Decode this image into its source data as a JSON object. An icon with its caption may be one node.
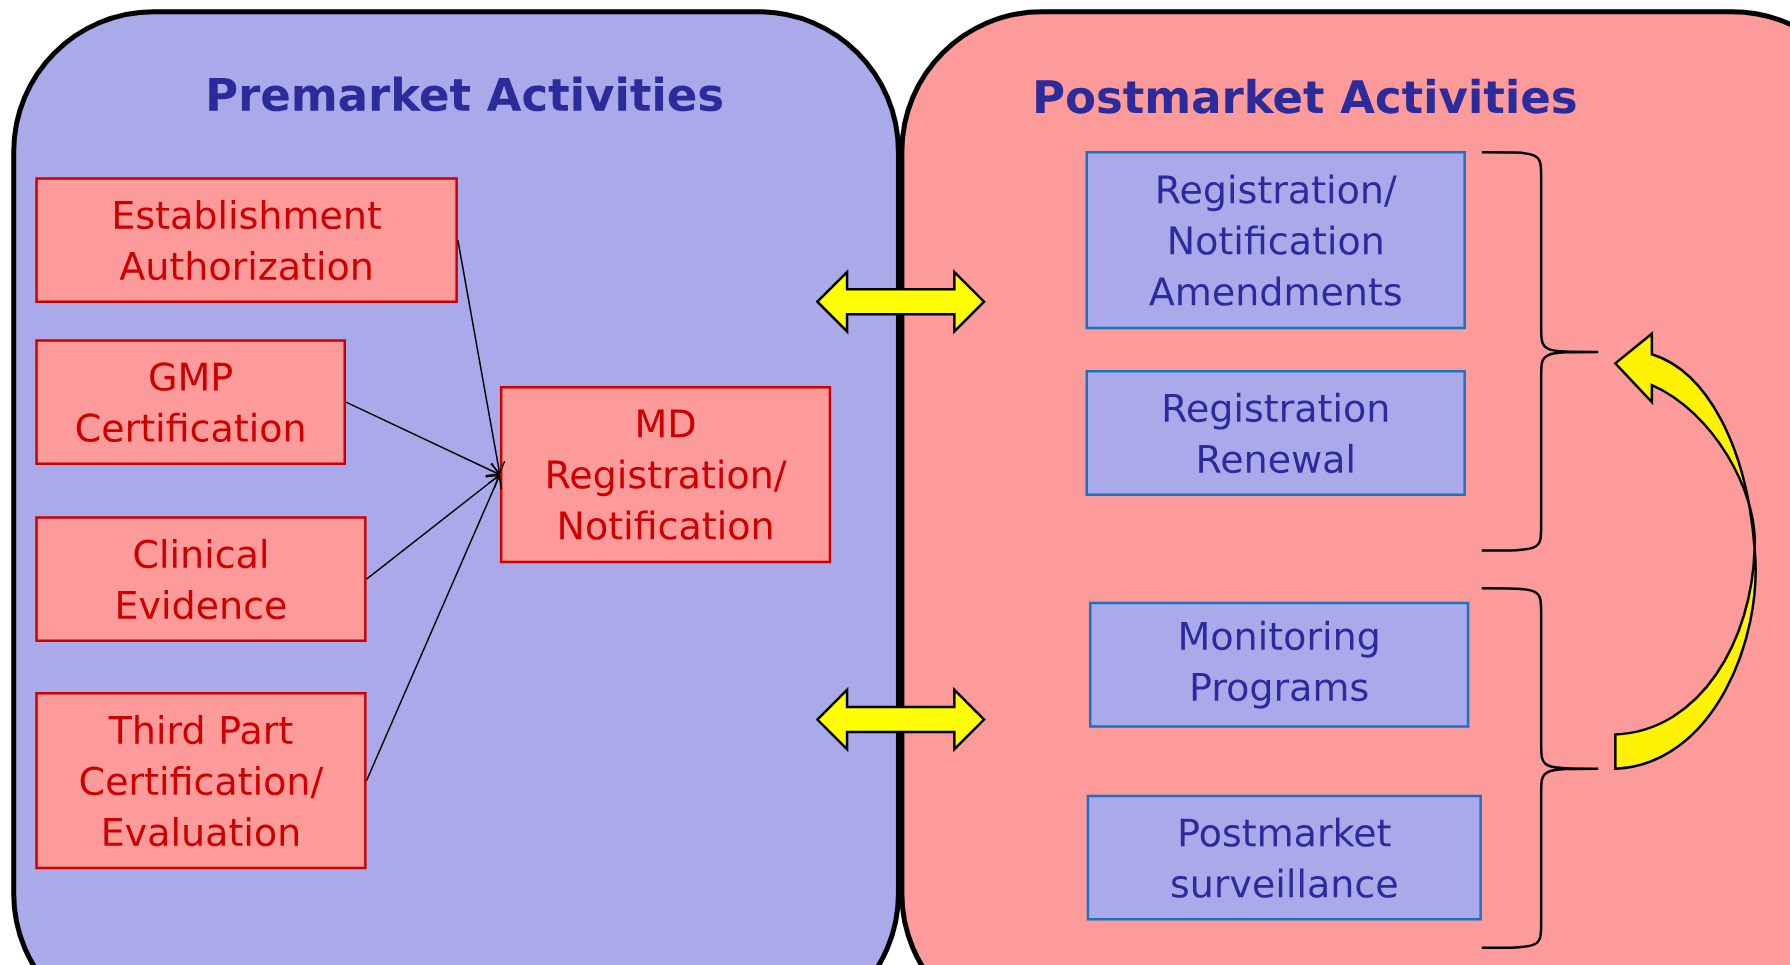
{
  "diagram": {
    "nodes": [
      {
        "text": [
          "Premarket Activities"
        ]
      },
      {
        "text": [
          "Establishment Authorization"
        ],
        "in": 0
      },
      {
        "text": [
          "GMP Certification"
        ],
        "in": 0
      },
      {
        "text": [
          "Clinical Evidence"
        ],
        "in": 0
      },
      {
        "text": [
          "Third Part Certification/ Evaluation"
        ],
        "in": 0
      },
      {
        "text": [
          "MD Registration/ Notification"
        ],
        "in": 0
      },
      {
        "text": [
          "Postmarket Activities"
        ]
      },
      {
        "text": [
          "Registration/ Notification Amendments"
        ],
        "in": 6
      },
      {
        "text": [
          "Registration Renewal"
        ],
        "in": 6
      },
      {
        "text": [
          "Monitoring Programs"
        ],
        "in": 6
      },
      {
        "text": [
          "Postmarket surveillance"
        ],
        "in": 6
      }
    ],
    "edges": [
      {
        "from": 1,
        "to": 5,
        "arrow": "to"
      },
      {
        "from": 2,
        "to": 5,
        "arrow": "to"
      },
      {
        "from": 3,
        "to": 5,
        "arrow": "to"
      },
      {
        "from": 4,
        "to": 5,
        "arrow": "to"
      },
      {
        "from": 0,
        "to": 6,
        "arrow": "both",
        "style": "thick",
        "color": "#ffff00"
      },
      {
        "from": 0,
        "to": 6,
        "arrow": "both",
        "style": "thick",
        "color": "#ffff00"
      }
    ]
  }
}
